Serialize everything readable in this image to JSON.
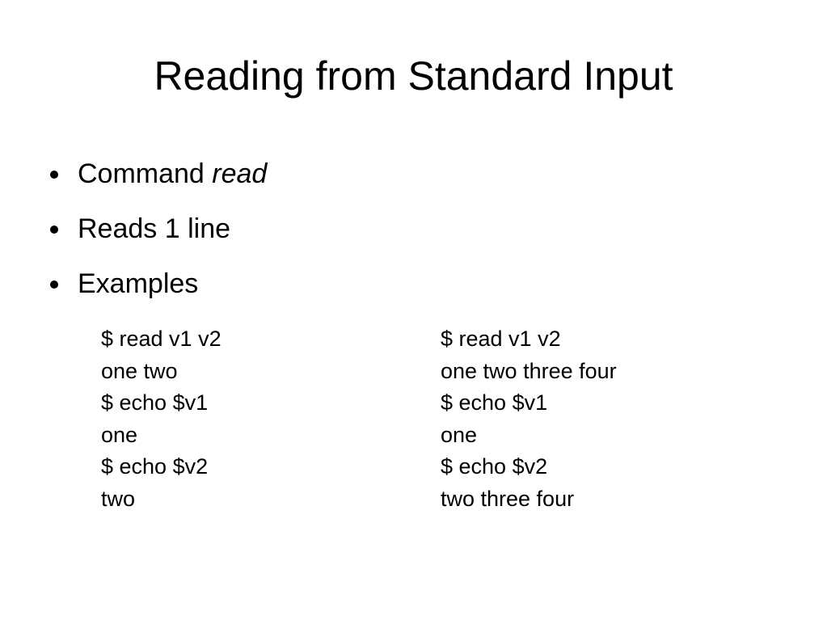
{
  "slide": {
    "title": "Reading from Standard Input",
    "bullets": [
      {
        "text": "Command ",
        "emphasis": "read"
      },
      {
        "text": "Reads 1 line"
      },
      {
        "text": "Examples"
      }
    ],
    "examples": {
      "left": [
        "$ read v1 v2",
        "one two",
        "$ echo $v1",
        "one",
        "$ echo $v2",
        "two"
      ],
      "right": [
        "$ read v1 v2",
        "one two three four",
        "$ echo $v1",
        "one",
        "$ echo $v2",
        "two three four"
      ]
    }
  }
}
